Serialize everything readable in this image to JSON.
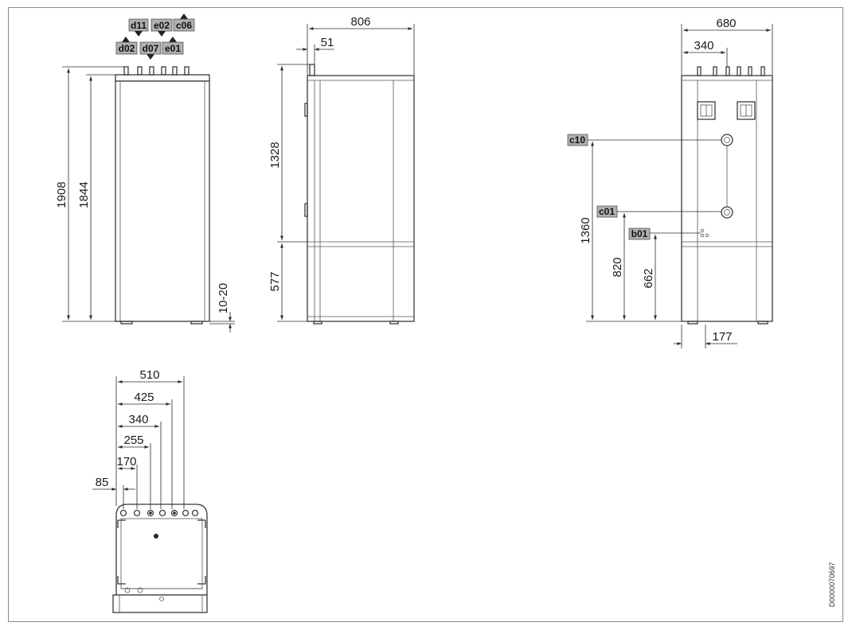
{
  "connections": {
    "d11": "d11",
    "e02": "e02",
    "c06": "c06",
    "d02": "d02",
    "d07": "d07",
    "e01": "e01",
    "c10": "c10",
    "c01": "c01",
    "b01": "b01"
  },
  "front_view": {
    "height_total": "1908",
    "height_body": "1844",
    "feet": "10-20"
  },
  "side_view": {
    "depth": "806",
    "offset": "51",
    "upper": "1328",
    "lower": "577"
  },
  "rear_view": {
    "width": "680",
    "half_width": "340",
    "c10_height": "1360",
    "c01_height": "820",
    "b01_height": "662",
    "foot_offset": "177"
  },
  "top_view": {
    "d510": "510",
    "d425": "425",
    "d340": "340",
    "d255": "255",
    "d170": "170",
    "d85": "85"
  },
  "doc_id": "D0000070697"
}
